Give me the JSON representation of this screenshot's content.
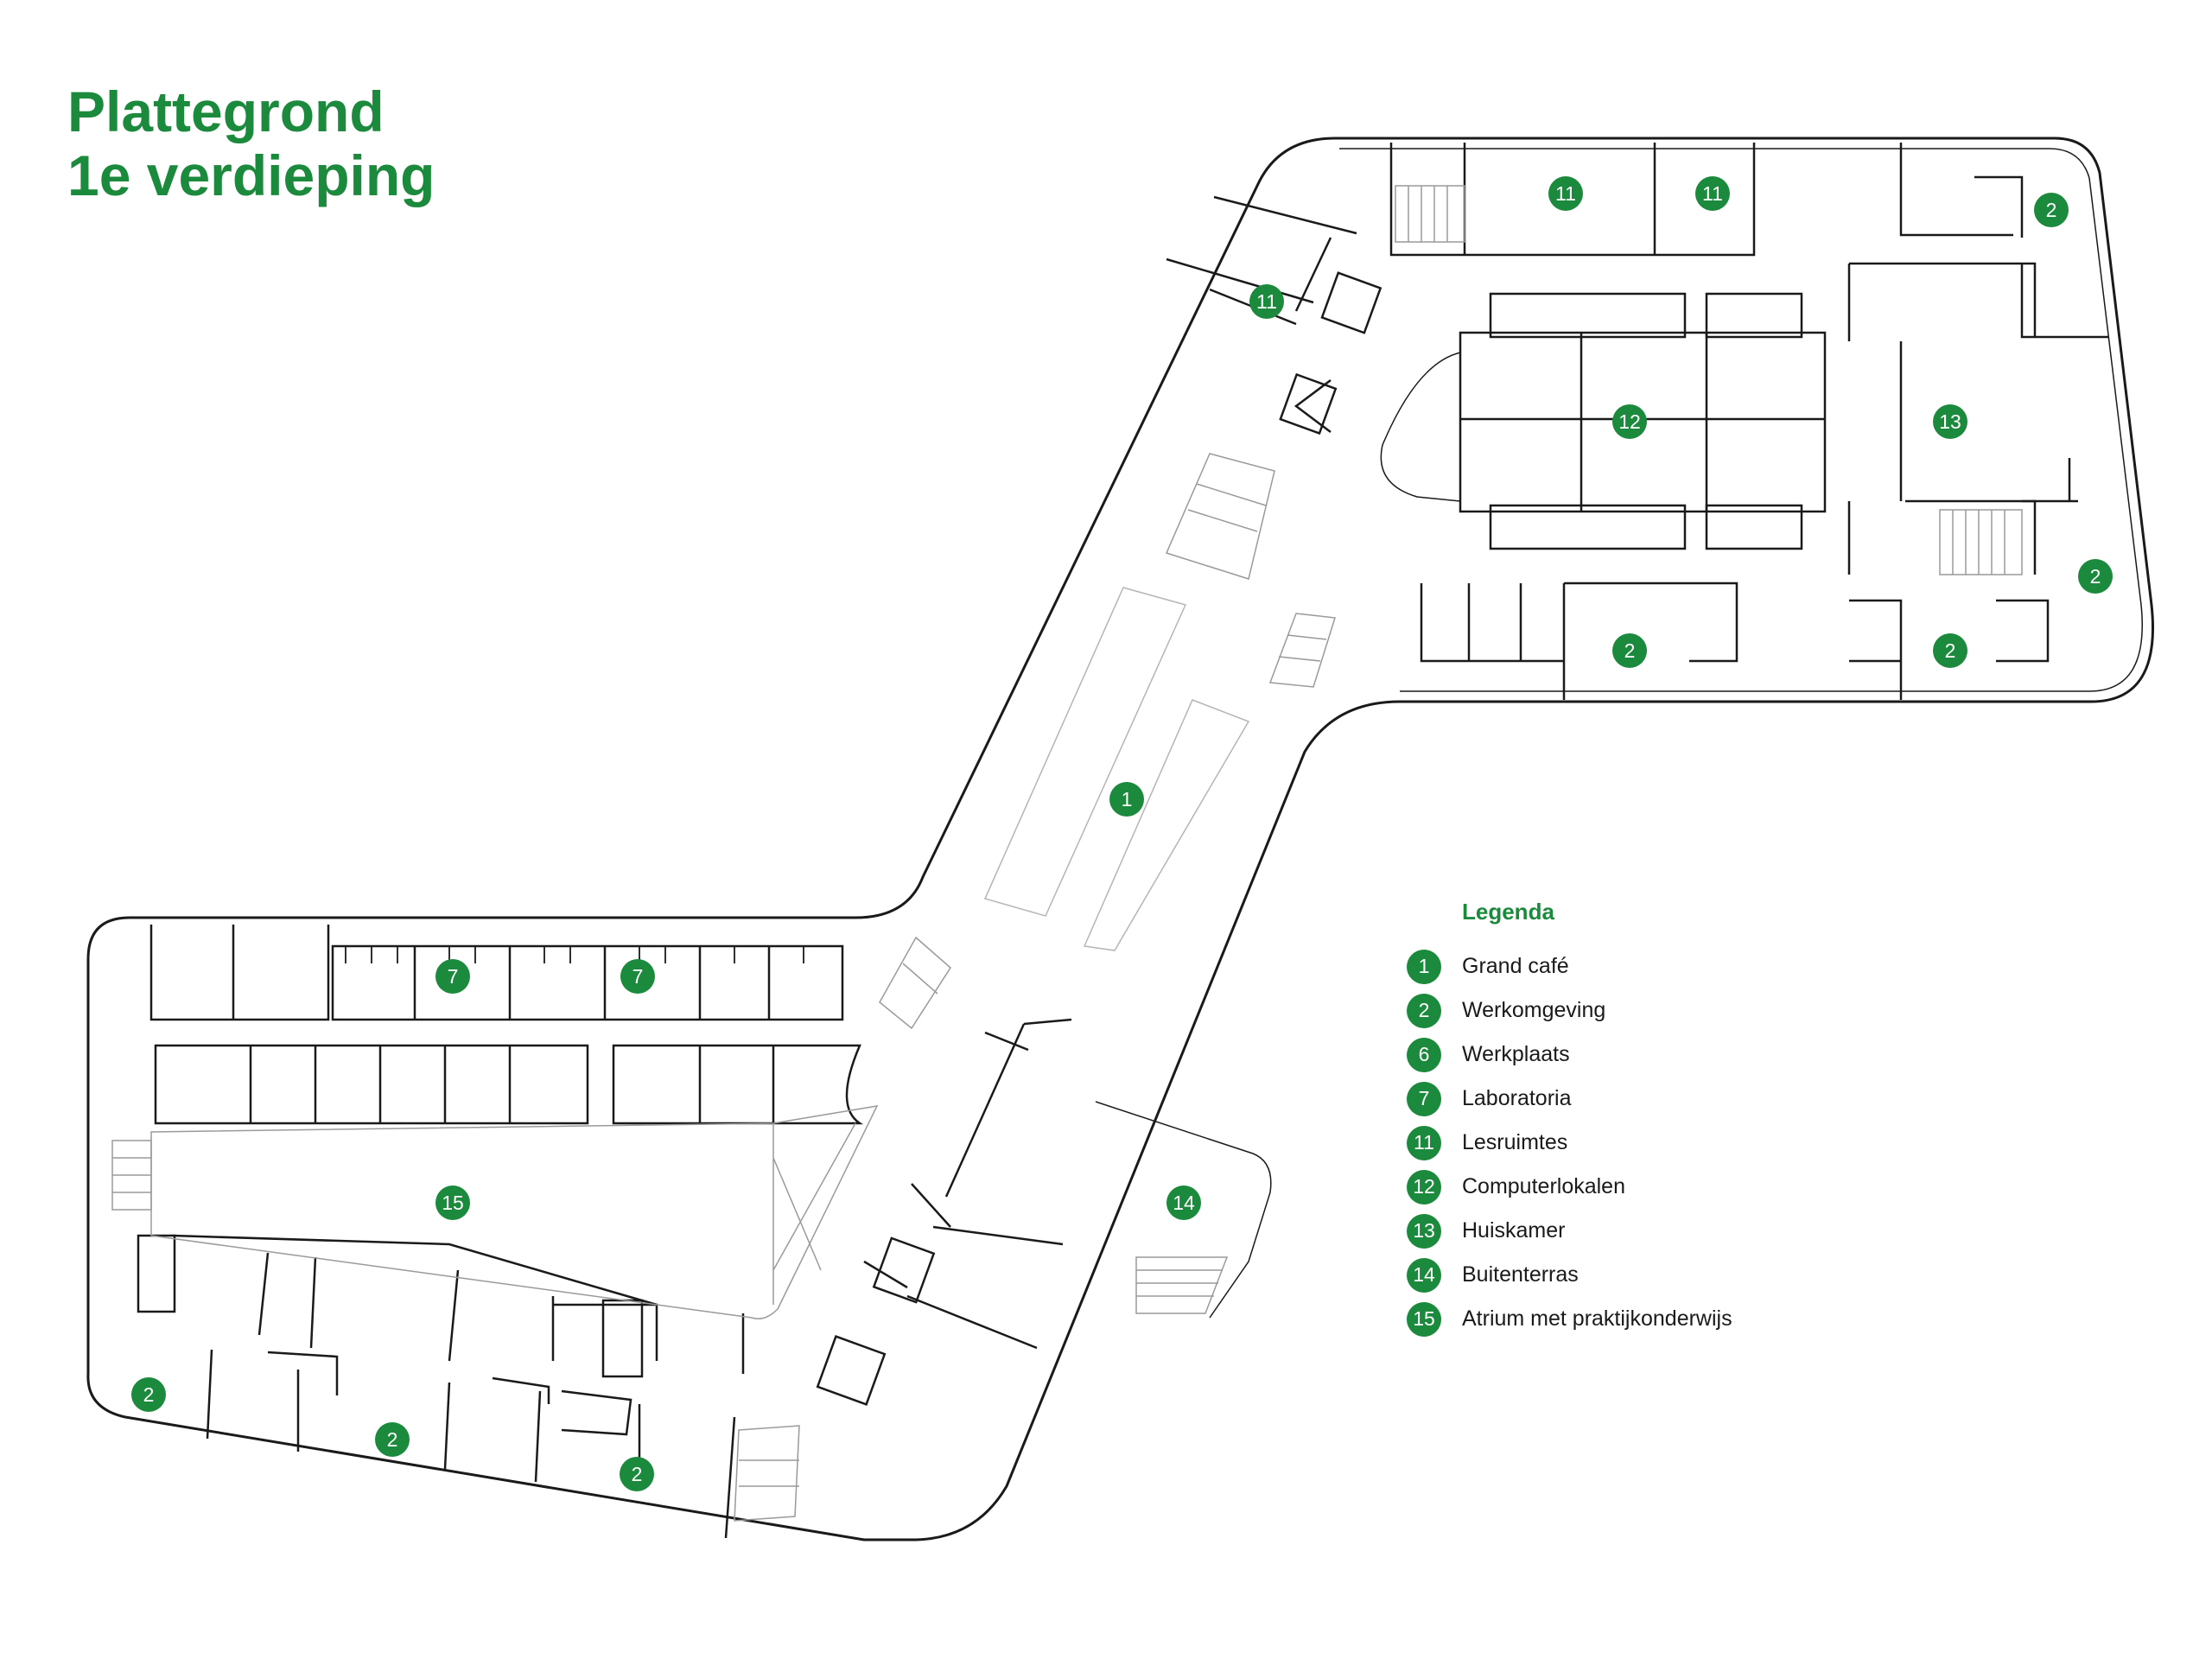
{
  "colors": {
    "accent": "#1b8a3c",
    "wall": "#1a1a1a",
    "stair": "#9a9a9a",
    "background": "#ffffff"
  },
  "header": {
    "title_line1": "Plattegrond",
    "title_line2": "1e verdieping"
  },
  "legend": {
    "title": "Legenda",
    "items": [
      {
        "num": "1",
        "label": "Grand café"
      },
      {
        "num": "2",
        "label": "Werkomgeving"
      },
      {
        "num": "6",
        "label": "Werkplaats"
      },
      {
        "num": "7",
        "label": "Laboratoria"
      },
      {
        "num": "11",
        "label": "Lesruimtes"
      },
      {
        "num": "12",
        "label": "Computerlokalen"
      },
      {
        "num": "13",
        "label": "Huiskamer"
      },
      {
        "num": "14",
        "label": "Buitenterras"
      },
      {
        "num": "15",
        "label": "Atrium met praktijkonderwijs"
      }
    ]
  },
  "plan": {
    "markers": [
      {
        "id": "grand-cafe",
        "num": "1"
      },
      {
        "id": "buitenterras",
        "num": "14"
      },
      {
        "id": "atrium",
        "num": "15"
      },
      {
        "id": "lab-a",
        "num": "7"
      },
      {
        "id": "lab-b",
        "num": "7"
      },
      {
        "id": "lesruimte-a",
        "num": "11"
      },
      {
        "id": "lesruimte-b",
        "num": "11"
      },
      {
        "id": "lesruimte-c",
        "num": "11"
      },
      {
        "id": "computerlokalen",
        "num": "12"
      },
      {
        "id": "huiskamer",
        "num": "13"
      },
      {
        "id": "werk-ne-top",
        "num": "2"
      },
      {
        "id": "werk-ne-right",
        "num": "2"
      },
      {
        "id": "werk-ne-mid",
        "num": "2"
      },
      {
        "id": "werk-ne-right-bottom",
        "num": "2"
      },
      {
        "id": "werk-sw-1",
        "num": "2"
      },
      {
        "id": "werk-sw-2",
        "num": "2"
      },
      {
        "id": "werk-sw-3",
        "num": "2"
      }
    ]
  }
}
